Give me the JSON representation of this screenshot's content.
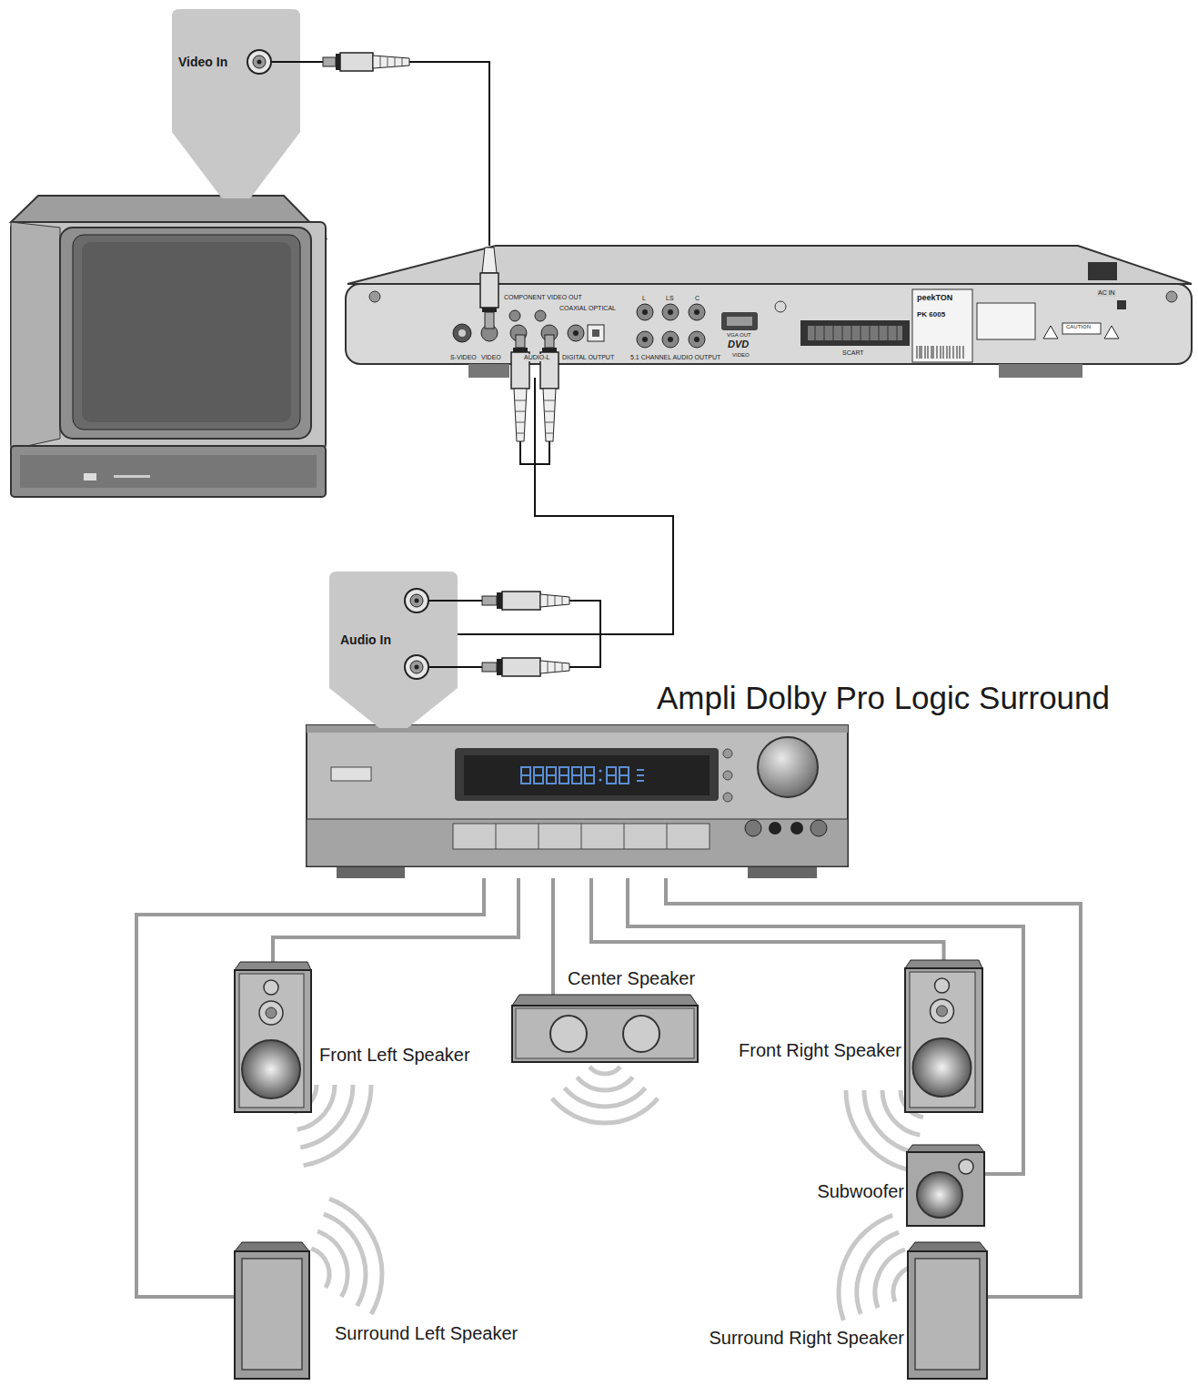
{
  "diagram": {
    "nodes": [
      {
        "text": [
          "Video In"
        ]
      },
      {
        "text": [
          "COMPONENT VIDEO OUT",
          "COAXIAL",
          "OPTICAL",
          "L",
          "LS",
          "C",
          "S-VIDEO",
          "VIDEO",
          "AUDIO-L",
          "DIGITAL OUTPUT",
          "5.1 CHANNEL AUDIO OUTPUT",
          "VGA OUT",
          "DVD",
          "VIDEO",
          "SCART",
          "peekTON",
          "PK 6005",
          "CAUTION",
          "AC IN"
        ]
      },
      {
        "text": [
          "Audio In"
        ]
      },
      {
        "text": [
          "Ampli Dolby Pro Logic Surround"
        ]
      },
      {
        "text": [
          "Front Left Speaker"
        ]
      },
      {
        "text": [
          "Center Speaker"
        ]
      },
      {
        "text": [
          "Front Right Speaker"
        ]
      },
      {
        "text": [
          "Subwoofer"
        ]
      },
      {
        "text": [
          "Surround Left Speaker"
        ]
      },
      {
        "text": [
          "Surround Right Speaker"
        ]
      }
    ],
    "edges": [
      {
        "from": 0,
        "to": 1,
        "arrow": "none"
      },
      {
        "from": 1,
        "to": 2,
        "arrow": "none"
      },
      {
        "from": 3,
        "to": 4,
        "arrow": "none"
      },
      {
        "from": 3,
        "to": 5,
        "arrow": "none"
      },
      {
        "from": 3,
        "to": 6,
        "arrow": "none"
      },
      {
        "from": 3,
        "to": 7,
        "arrow": "none"
      },
      {
        "from": 3,
        "to": 8,
        "arrow": "none"
      },
      {
        "from": 3,
        "to": 9,
        "arrow": "none"
      }
    ]
  }
}
